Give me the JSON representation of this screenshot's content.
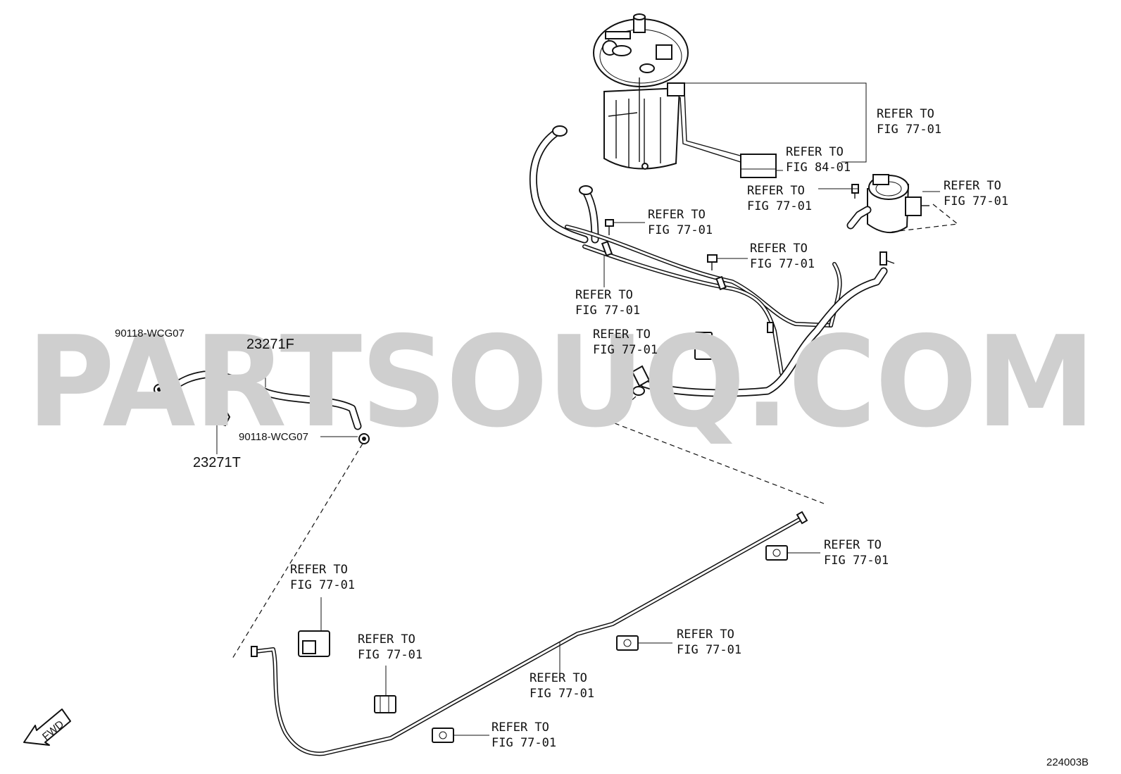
{
  "watermark": "PARTSOUQ.COM",
  "figure_code": "224003B",
  "fwd_label": "FWD",
  "part_numbers": {
    "clip_upper": "90118-WCG07",
    "hose": "23271F",
    "clamp": "23271T",
    "clip_lower": "90118-WCG07"
  },
  "callouts": [
    {
      "line1": "REFER TO",
      "line2": "FIG 77-01"
    },
    {
      "line1": "REFER TO",
      "line2": "FIG 84-01"
    },
    {
      "line1": "REFER TO",
      "line2": "FIG 77-01"
    },
    {
      "line1": "REFER TO",
      "line2": "FIG 77-01"
    },
    {
      "line1": "REFER TO",
      "line2": "FIG 77-01"
    },
    {
      "line1": "REFER TO",
      "line2": "FIG 77-01"
    },
    {
      "line1": "REFER TO",
      "line2": "FIG 77-01"
    },
    {
      "line1": "REFER TO",
      "line2": "FIG 77-01"
    },
    {
      "line1": "REFER TO",
      "line2": "FIG 77-01"
    },
    {
      "line1": "REFER TO",
      "line2": "FIG 77-01"
    },
    {
      "line1": "REFER TO",
      "line2": "FIG 77-01"
    },
    {
      "line1": "REFER TO",
      "line2": "FIG 77-01"
    },
    {
      "line1": "REFER TO",
      "line2": "FIG 77-01"
    },
    {
      "line1": "REFER TO",
      "line2": "FIG 77-01"
    }
  ]
}
